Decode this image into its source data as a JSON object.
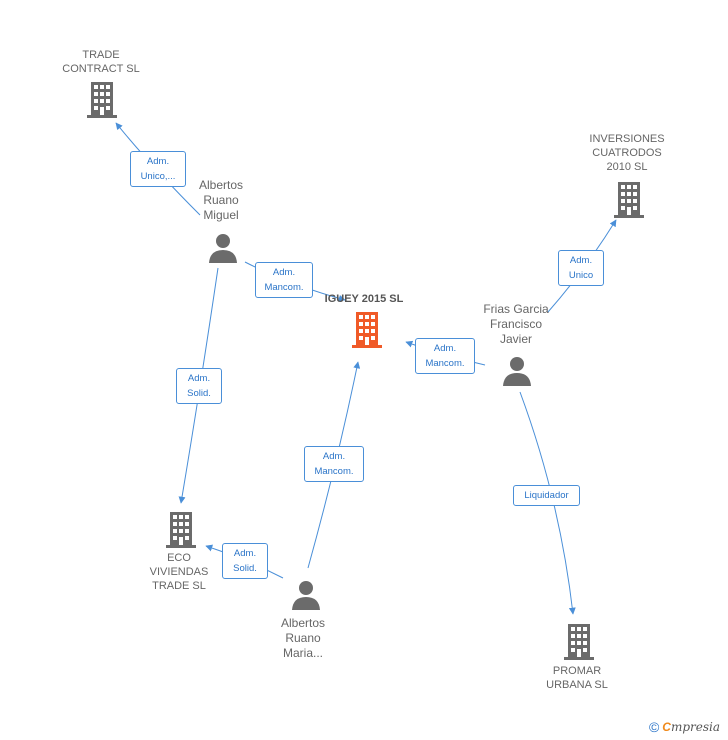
{
  "nodes": {
    "main": {
      "name": "IGUEY 2015 SL",
      "color": "#f05a28"
    },
    "trade_contract": {
      "line1": "TRADE",
      "line2": "CONTRACT  SL"
    },
    "inversiones": {
      "line1": "INVERSIONES",
      "line2": "CUATRODOS",
      "line3": "2010 SL"
    },
    "eco_viviendas": {
      "line1": "ECO",
      "line2": "VIVIENDAS",
      "line3": "TRADE SL"
    },
    "promar": {
      "line1": "PROMAR",
      "line2": "URBANA SL"
    },
    "albertos_miguel": {
      "line1": "Albertos",
      "line2": "Ruano",
      "line3": "Miguel"
    },
    "frias": {
      "line1": "Frias Garcia",
      "line2": "Francisco",
      "line3": "Javier"
    },
    "albertos_maria": {
      "line1": "Albertos",
      "line2": "Ruano",
      "line3": "Maria..."
    }
  },
  "edges": {
    "e1": {
      "line1": "Adm.",
      "line2": "Unico,..."
    },
    "e2": {
      "line1": "Adm.",
      "line2": "Mancom."
    },
    "e3": {
      "line1": "Adm.",
      "line2": "Solid."
    },
    "e4": {
      "line1": "Adm.",
      "line2": "Mancom."
    },
    "e5": {
      "line1": "Adm.",
      "line2": "Solid."
    },
    "e6": {
      "line1": "Adm.",
      "line2": "Unico"
    },
    "e7": {
      "line1": "Adm.",
      "line2": "Mancom."
    },
    "e8": {
      "line1": "Liquidador"
    }
  },
  "colors": {
    "edge": "#4a8fd8",
    "company": "#6b6b6b",
    "person": "#6b6b6b"
  },
  "footer": {
    "copyright": "©",
    "brand_first": "C",
    "brand_rest": "mpresia"
  }
}
